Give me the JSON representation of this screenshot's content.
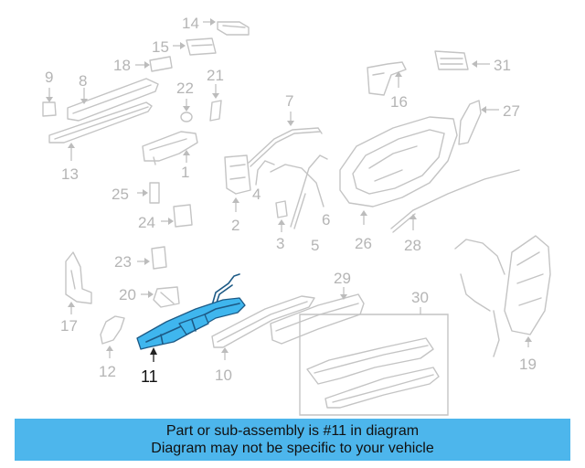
{
  "diagram": {
    "highlight_color": "#3fb6ee",
    "parts_color": "#c4c4c4",
    "callouts": {
      "c1": "1",
      "c2": "2",
      "c3": "3",
      "c4": "4",
      "c5": "5",
      "c6": "6",
      "c7": "7",
      "c8": "8",
      "c9": "9",
      "c10": "10",
      "c11": "11",
      "c12": "12",
      "c13": "13",
      "c14": "14",
      "c15": "15",
      "c16": "16",
      "c17": "17",
      "c18": "18",
      "c19": "19",
      "c20": "20",
      "c21": "21",
      "c22": "22",
      "c23": "23",
      "c24": "24",
      "c25": "25",
      "c26": "26",
      "c27": "27",
      "c28": "28",
      "c29": "29",
      "c30": "30",
      "c31": "31"
    }
  },
  "banner": {
    "background": "#4db6ec",
    "line1": "Part or sub-assembly is #11 in diagram",
    "line2": "Diagram may not be specific to your vehicle"
  }
}
